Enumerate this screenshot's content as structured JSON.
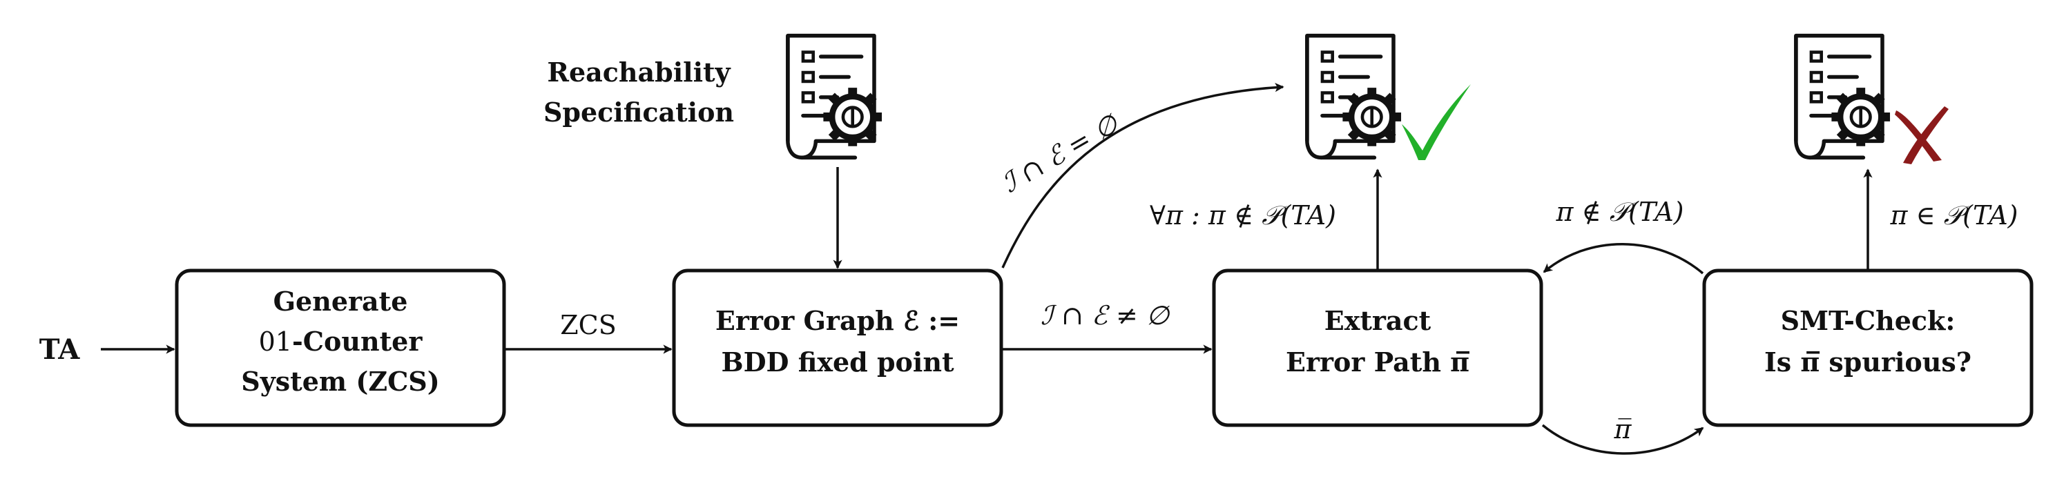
{
  "input": {
    "label": "TA"
  },
  "nodes": {
    "generate": {
      "line1": "Generate",
      "line2a": "01",
      "line2b": "-Counter",
      "line3": "System (ZCS)"
    },
    "error_graph": {
      "line1": "Error Graph ℰ :=",
      "line2": "BDD fixed point"
    },
    "extract": {
      "line1": "Extract",
      "line2": "Error Path π̅"
    },
    "smt": {
      "line1": "SMT-Check:",
      "line2": "Is π̅ spurious?"
    }
  },
  "spec": {
    "line1": "Reachability",
    "line2": "Specification"
  },
  "edges": {
    "zcs": "ZCS",
    "nonempty": "ℐ ∩ ℰ ≠ ∅",
    "empty": "ℐ ∩ ℰ = ∅",
    "forall": "∀π : π ∉ 𝒫(TA)",
    "not_in": "π ∉ 𝒫(TA)",
    "in": "π ∈ 𝒫(TA)",
    "path": "π̅"
  },
  "icons": {
    "spec_doc": "document-gear-icon",
    "success_doc": "document-gear-icon",
    "fail_doc": "document-gear-icon",
    "check": "check-mark-icon",
    "cross": "cross-mark-icon"
  },
  "colors": {
    "check": "#22b02a",
    "cross": "#8b1a1a"
  }
}
